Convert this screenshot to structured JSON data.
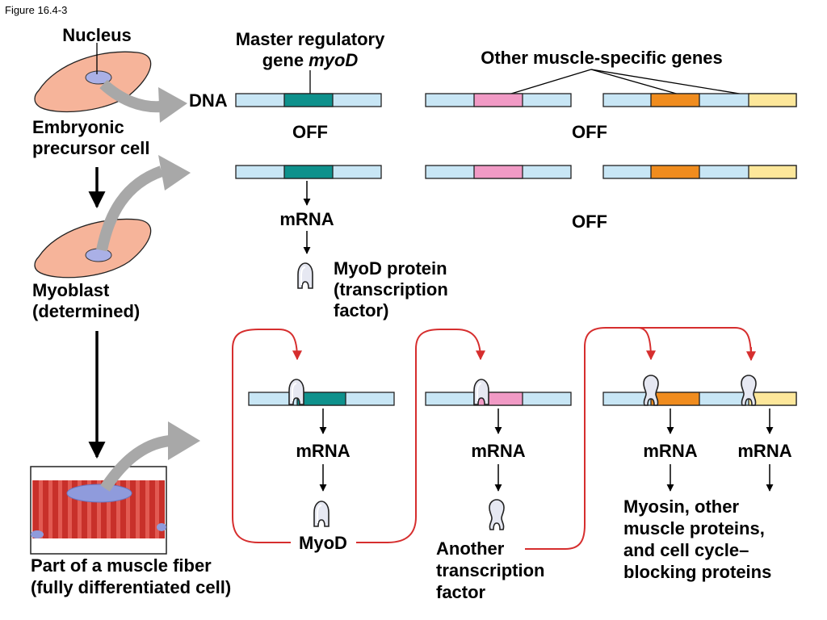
{
  "figure_label": "Figure 16.4-3",
  "colors": {
    "dna": "#c8e6f5",
    "myod_gene": "#0e918c",
    "pink_gene": "#f19ac5",
    "orange_gene": "#f08c1e",
    "yellow_gene": "#fde79a",
    "cell": "#f6b49a",
    "nucleus": "#aab0e6",
    "arrow_gray": "#a8a8a8",
    "loop_red": "#d62e2e",
    "muscle_red": "#d23a32"
  },
  "left": {
    "nucleus": "Nucleus",
    "embryonic_line1": "Embryonic",
    "embryonic_line2": "precursor cell",
    "myoblast_line1": "Myoblast",
    "myoblast_line2": "(determined)",
    "fiber_line1": "Part of a muscle fiber",
    "fiber_line2": "(fully differentiated cell)"
  },
  "top": {
    "master_line1": "Master regulatory",
    "master_line2_prefix": "gene ",
    "master_line2_italic": "myoD",
    "other_genes": "Other muscle-specific genes",
    "dna": "DNA",
    "off_left": "OFF",
    "off_right": "OFF"
  },
  "middle": {
    "mrna": "mRNA",
    "off": "OFF",
    "myod_protein_line1": "MyoD protein",
    "myod_protein_line2": "(transcription",
    "myod_protein_line3": "factor)"
  },
  "bottom": {
    "mrna_1": "mRNA",
    "mrna_2": "mRNA",
    "mrna_3": "mRNA",
    "mrna_4": "mRNA",
    "myod": "MyoD",
    "another_line1": "Another",
    "another_line2": "transcription",
    "another_line3": "factor",
    "myosin_line1": "Myosin, other",
    "myosin_line2": "muscle proteins,",
    "myosin_line3": "and cell cycle–",
    "myosin_line4": "blocking proteins"
  }
}
